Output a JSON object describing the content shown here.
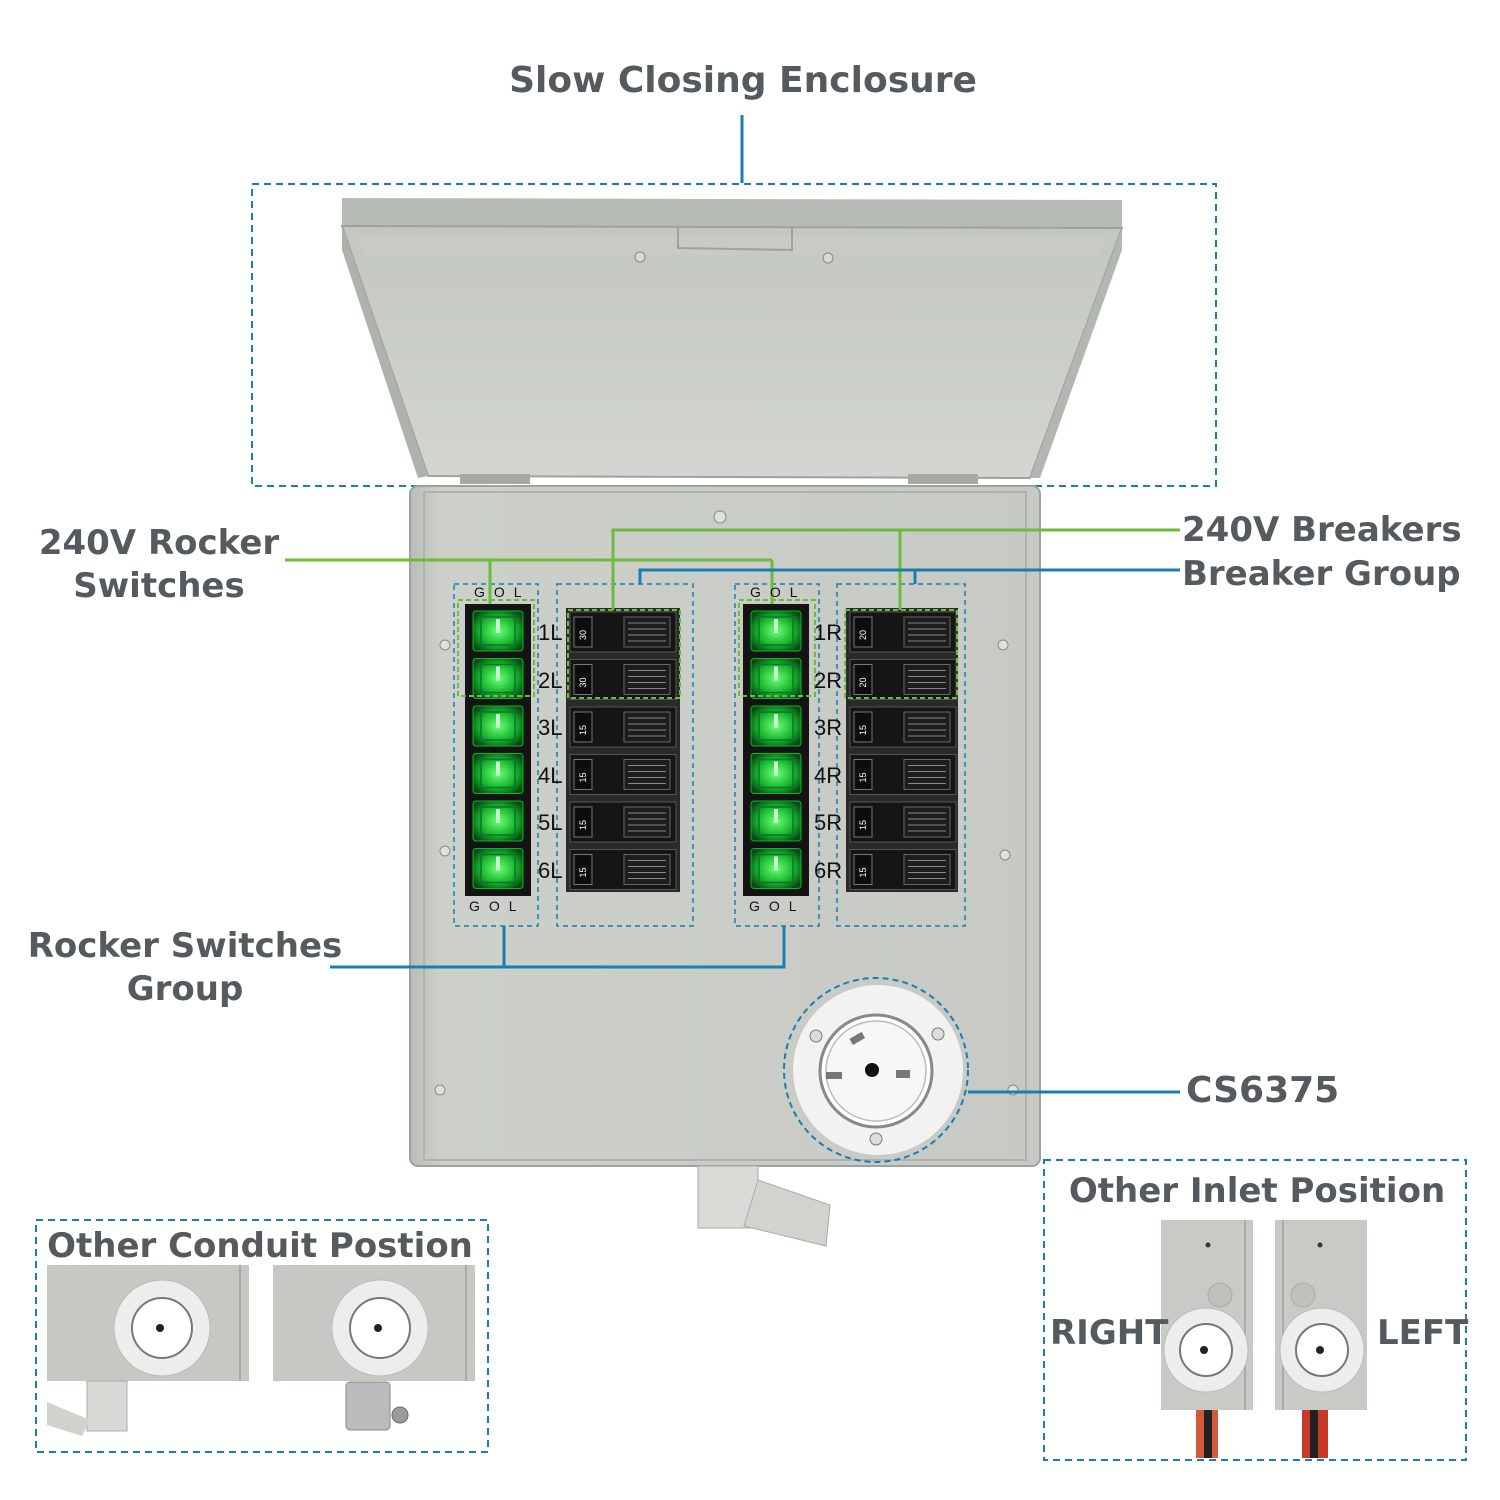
{
  "title": "Slow Closing Enclosure",
  "callouts": {
    "rocker_switches": "240V Rocker\nSwitches",
    "breakers_240v": "240V Breakers",
    "breaker_group": "Breaker Group",
    "rocker_group": "Rocker Switches\nGroup",
    "inlet_model": "CS6375"
  },
  "switch_header": "GOL",
  "left_slots": [
    "1L",
    "2L",
    "3L",
    "4L",
    "5L",
    "6L"
  ],
  "right_slots": [
    "1R",
    "2R",
    "3R",
    "4R",
    "5R",
    "6R"
  ],
  "left_breaker_amps": [
    "30",
    "30",
    "15",
    "15",
    "15",
    "15"
  ],
  "right_breaker_amps": [
    "20",
    "20",
    "15",
    "15",
    "15",
    "15"
  ],
  "conduit_panel": {
    "title": "Other Conduit Postion"
  },
  "inlet_panel": {
    "title": "Other Inlet Position",
    "right_label": "RIGHT",
    "left_label": "LEFT"
  },
  "colors": {
    "callout_blue": "#1a7fb0",
    "callout_green": "#6dbb3a",
    "enclosure": "#c9ccc6",
    "switch_green": "#22c73a",
    "label_gray": "#555a5e"
  }
}
